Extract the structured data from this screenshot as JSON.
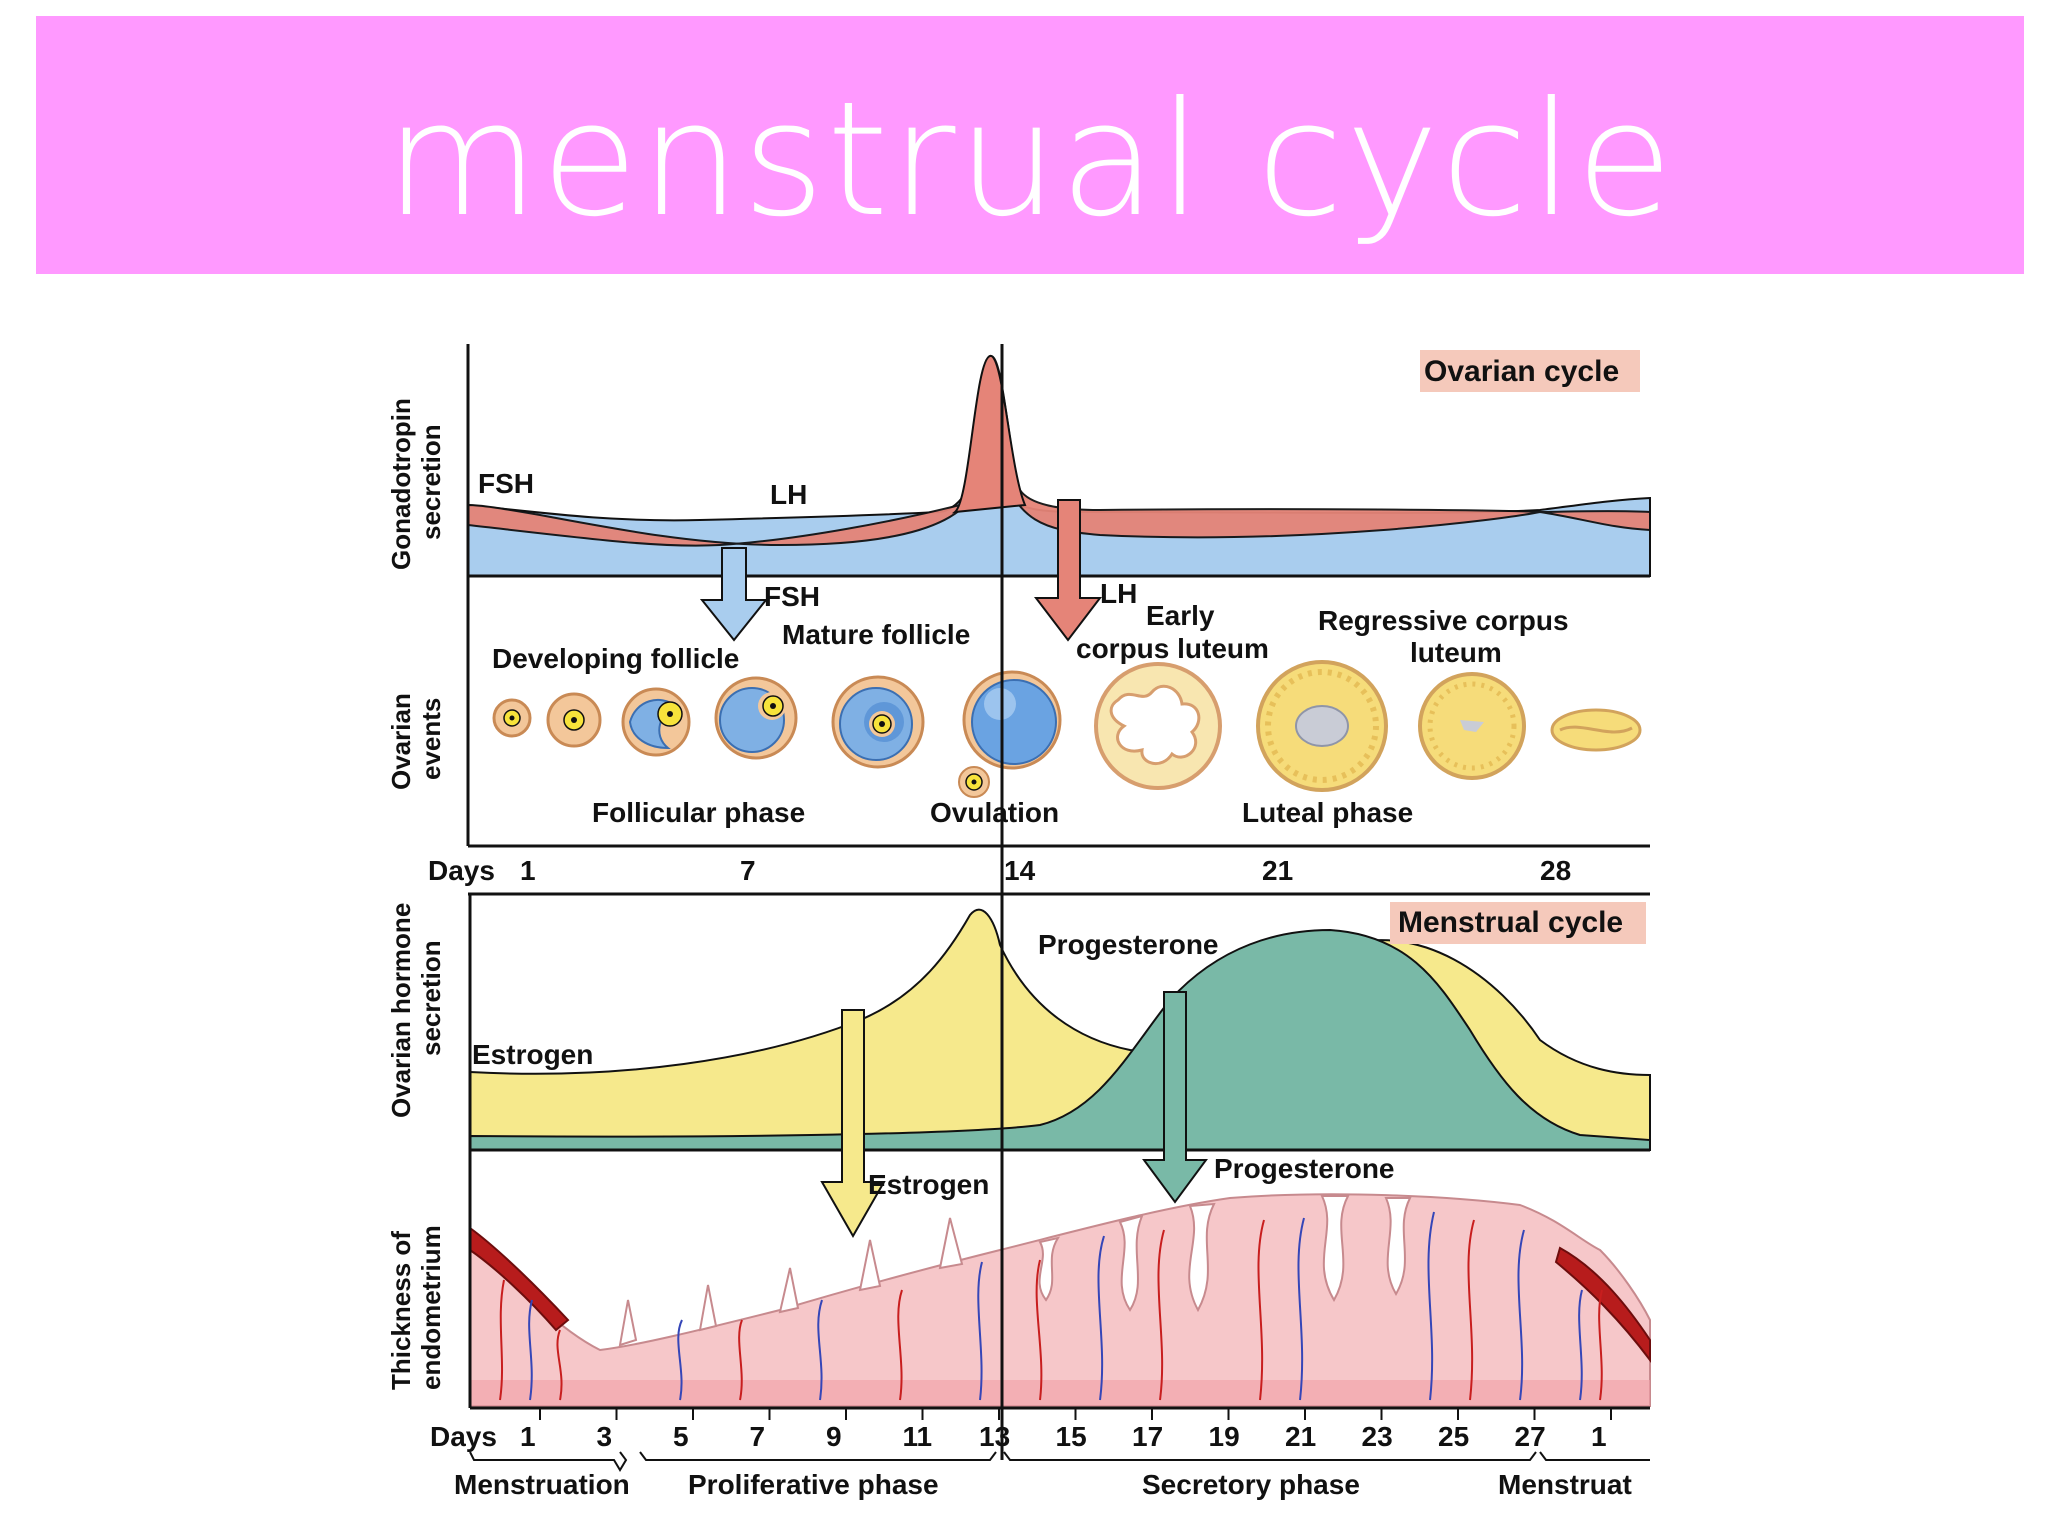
{
  "title": "menstrual cycle",
  "diagram": {
    "y_labels": {
      "gonadotropin": [
        "Gonadotropin",
        "secretion"
      ],
      "ovarian_events": [
        "Ovarian",
        "events"
      ],
      "ovarian_hormone": [
        "Ovarian hormone",
        "secretion"
      ],
      "endometrium": [
        "Thickness of",
        "endometrium"
      ]
    },
    "boxes": {
      "ovarian_cycle": "Ovarian cycle",
      "menstrual_cycle": "Menstrual cycle"
    },
    "curves": {
      "fsh": "FSH",
      "lh": "LH",
      "estrogen": "Estrogen",
      "progesterone": "Progesterone"
    },
    "arrows": {
      "fsh": "FSH",
      "lh": "LH",
      "estrogen": "Estrogen",
      "progesterone": "Progesterone"
    },
    "events": {
      "developing_follicle": "Developing follicle",
      "mature_follicle": "Mature follicle",
      "early_corpus_luteum": [
        "Early",
        "corpus luteum"
      ],
      "regressive_corpus_luteum": [
        "Regressive corpus",
        "luteum"
      ],
      "follicular_phase": "Follicular phase",
      "ovulation": "Ovulation",
      "luteal_phase": "Luteal phase"
    },
    "days_top": {
      "label": "Days",
      "ticks": [
        "1",
        "7",
        "14",
        "21",
        "28"
      ]
    },
    "days_bottom": {
      "label": "Days",
      "ticks": [
        "1",
        "3",
        "5",
        "7",
        "9",
        "11",
        "13",
        "15",
        "17",
        "19",
        "21",
        "23",
        "25",
        "27",
        "1"
      ]
    },
    "phases": {
      "menstruation": "Menstruation",
      "proliferative": "Proliferative phase",
      "secretory": "Secretory phase",
      "menstrual_end": "Menstruat"
    },
    "colors": {
      "banner": "#ff99ff",
      "fsh": "#a9cdee",
      "lh": "#e58478",
      "estrogen": "#f6e98c",
      "progesterone": "#79b9a7",
      "box": "#f5c9bb",
      "endometrium": "#f6c7c9",
      "vessel_red": "#c81e1e",
      "vessel_blue": "#3546b8"
    }
  }
}
